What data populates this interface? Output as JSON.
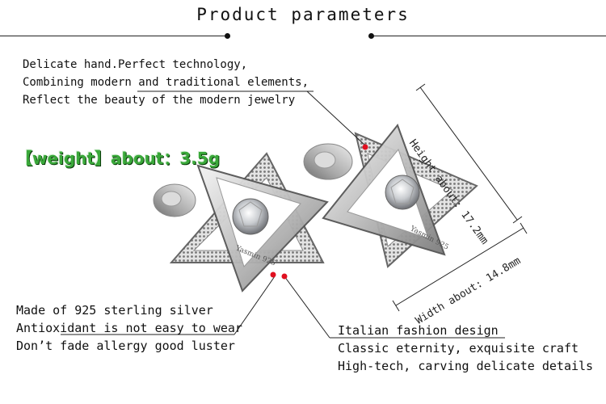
{
  "title": "Product parameters",
  "intro_lines": [
    "Delicate hand.Perfect technology,",
    "Combining modern and traditional elements,",
    "Reflect the beauty of the modern jewelry"
  ],
  "weight": "【weight】about：3.5g",
  "height": "Height about: 17.2mm",
  "width": "Width about: 14.8mm",
  "material_lines": [
    "Made of 925 sterling silver",
    "Antioxidant is not easy to wear",
    "Don’t fade allergy good luster"
  ],
  "design_lines": [
    "Italian fashion design",
    "Classic eternity, exquisite craft",
    "High-tech, carving delicate details"
  ],
  "engraving": "Yasmin 925",
  "colors": {
    "accent_dot": "#e01020",
    "weight_green": "#3aa83a"
  }
}
